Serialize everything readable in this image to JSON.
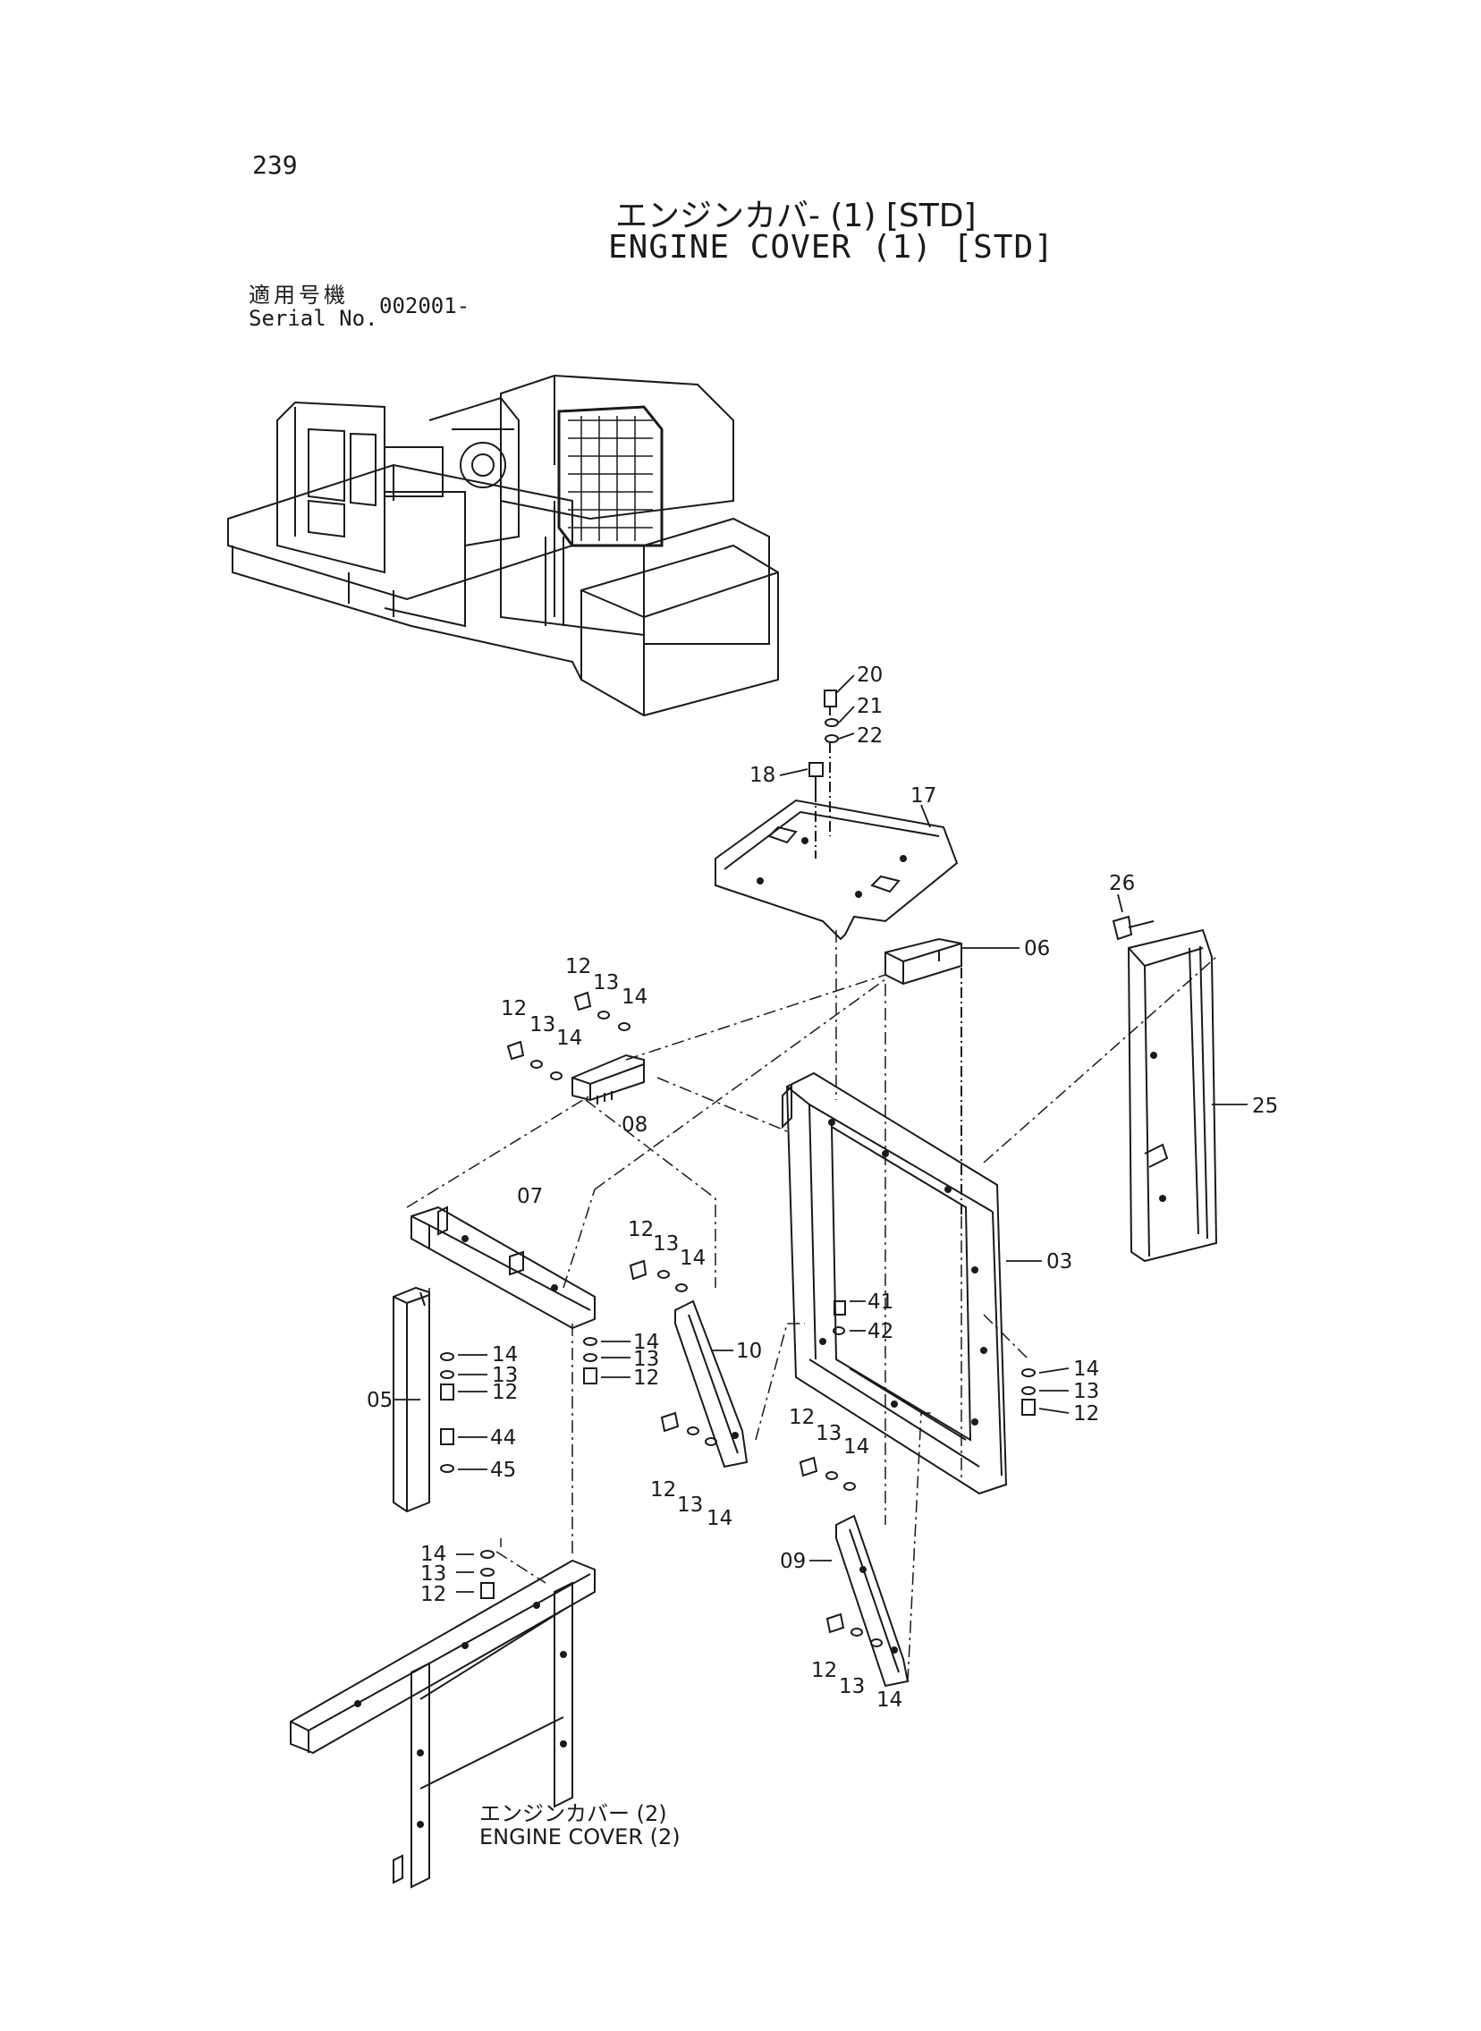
{
  "header": {
    "page_number": "239",
    "title_jp": "エンジンカバ- (1) [STD]",
    "title_en": "ENGINE COVER (1) [STD]",
    "serial_label_jp": "適用号機",
    "serial_label_en": "Serial No.",
    "serial_value": "002001-"
  },
  "subassembly": {
    "label_jp": "エンジンカバー (2)",
    "label_en": "ENGINE COVER (2)"
  },
  "callouts": [
    {
      "id": "c20",
      "text": "20"
    },
    {
      "id": "c21",
      "text": "21"
    },
    {
      "id": "c22",
      "text": "22"
    },
    {
      "id": "c18",
      "text": "18"
    },
    {
      "id": "c17",
      "text": "17"
    },
    {
      "id": "c26",
      "text": "26"
    },
    {
      "id": "c06",
      "text": "06"
    },
    {
      "id": "c25",
      "text": "25"
    },
    {
      "id": "c03",
      "text": "03"
    },
    {
      "id": "c08",
      "text": "08"
    },
    {
      "id": "c07",
      "text": "07"
    },
    {
      "id": "c05",
      "text": "05"
    },
    {
      "id": "c10",
      "text": "10"
    },
    {
      "id": "c09",
      "text": "09"
    },
    {
      "id": "c41",
      "text": "41"
    },
    {
      "id": "c42",
      "text": "42"
    },
    {
      "id": "c44",
      "text": "44"
    },
    {
      "id": "c45",
      "text": "45"
    },
    {
      "id": "a12",
      "text": "12"
    },
    {
      "id": "a13",
      "text": "13"
    },
    {
      "id": "a14",
      "text": "14"
    },
    {
      "id": "b12",
      "text": "12"
    },
    {
      "id": "b13",
      "text": "13"
    },
    {
      "id": "b14",
      "text": "14"
    },
    {
      "id": "d12",
      "text": "12"
    },
    {
      "id": "d13",
      "text": "13"
    },
    {
      "id": "d14",
      "text": "14"
    },
    {
      "id": "e14",
      "text": "14"
    },
    {
      "id": "e13",
      "text": "13"
    },
    {
      "id": "e12",
      "text": "12"
    },
    {
      "id": "f14",
      "text": "14"
    },
    {
      "id": "f13",
      "text": "13"
    },
    {
      "id": "f12",
      "text": "12"
    },
    {
      "id": "g12",
      "text": "12"
    },
    {
      "id": "g13",
      "text": "13"
    },
    {
      "id": "g14",
      "text": "14"
    },
    {
      "id": "h14",
      "text": "14"
    },
    {
      "id": "h13",
      "text": "13"
    },
    {
      "id": "h12",
      "text": "12"
    },
    {
      "id": "i12",
      "text": "12"
    },
    {
      "id": "i13",
      "text": "13"
    },
    {
      "id": "i14",
      "text": "14"
    },
    {
      "id": "j14",
      "text": "14"
    },
    {
      "id": "j13",
      "text": "13"
    },
    {
      "id": "j12",
      "text": "12"
    },
    {
      "id": "k12",
      "text": "12"
    },
    {
      "id": "k13",
      "text": "13"
    },
    {
      "id": "k14",
      "text": "14"
    }
  ]
}
